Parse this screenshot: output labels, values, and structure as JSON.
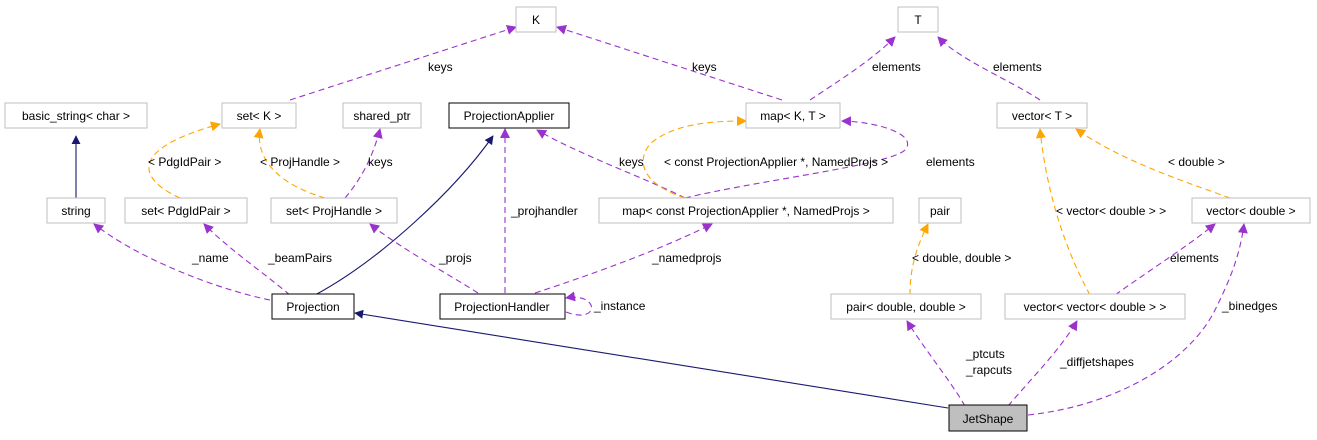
{
  "colors": {
    "inheritance": "#191970",
    "usage": "#9a32cd",
    "template": "#ffa500",
    "node_border": "#bfbfbf",
    "focus_fill": "#bfbfbf"
  },
  "nodes": {
    "K": "K",
    "T": "T",
    "basic_string": "basic_string< char >",
    "set_K": "set< K >",
    "shared_ptr": "shared_ptr",
    "projection_applier": "ProjectionApplier",
    "map_KT": "map< K, T >",
    "vector_T": "vector< T >",
    "string": "string",
    "set_pdgid": "set< PdgIdPair >",
    "set_projhandle": "set< ProjHandle >",
    "map_named": "map< const ProjectionApplier *, NamedProjs >",
    "pair": "pair",
    "vector_double": "vector< double >",
    "projection": "Projection",
    "projection_handler": "ProjectionHandler",
    "pair_dd": "pair< double, double >",
    "vector_vector": "vector< vector< double > >",
    "jetshape": "JetShape"
  },
  "edge_labels": {
    "setk_keys": "keys",
    "map_keys": "keys",
    "map_elements": "elements",
    "vector_elements": "elements",
    "pdgidpair": "< PdgIdPair >",
    "projhandle": "< ProjHandle >",
    "setph_keys": "keys",
    "mapnamed_keys": "keys",
    "mapnamed_tmpl": "< const ProjectionApplier *, NamedProjs >",
    "mapnamed_elements": "elements",
    "double_tmpl": "< double >",
    "projhandler": "_projhandler",
    "vecvec_tmpl": "< vector< double > >",
    "pair_tmpl": "< double, double >",
    "vv_elements": "elements",
    "name": "_name",
    "beampairs": "_beamPairs",
    "projs": "_projs",
    "namedprojs": "_namedprojs",
    "instance": "_instance",
    "binedges": "_binedges",
    "ptcuts": "_ptcuts",
    "rapcuts": "_rapcuts",
    "diffjetshapes": "_diffjetshapes"
  }
}
